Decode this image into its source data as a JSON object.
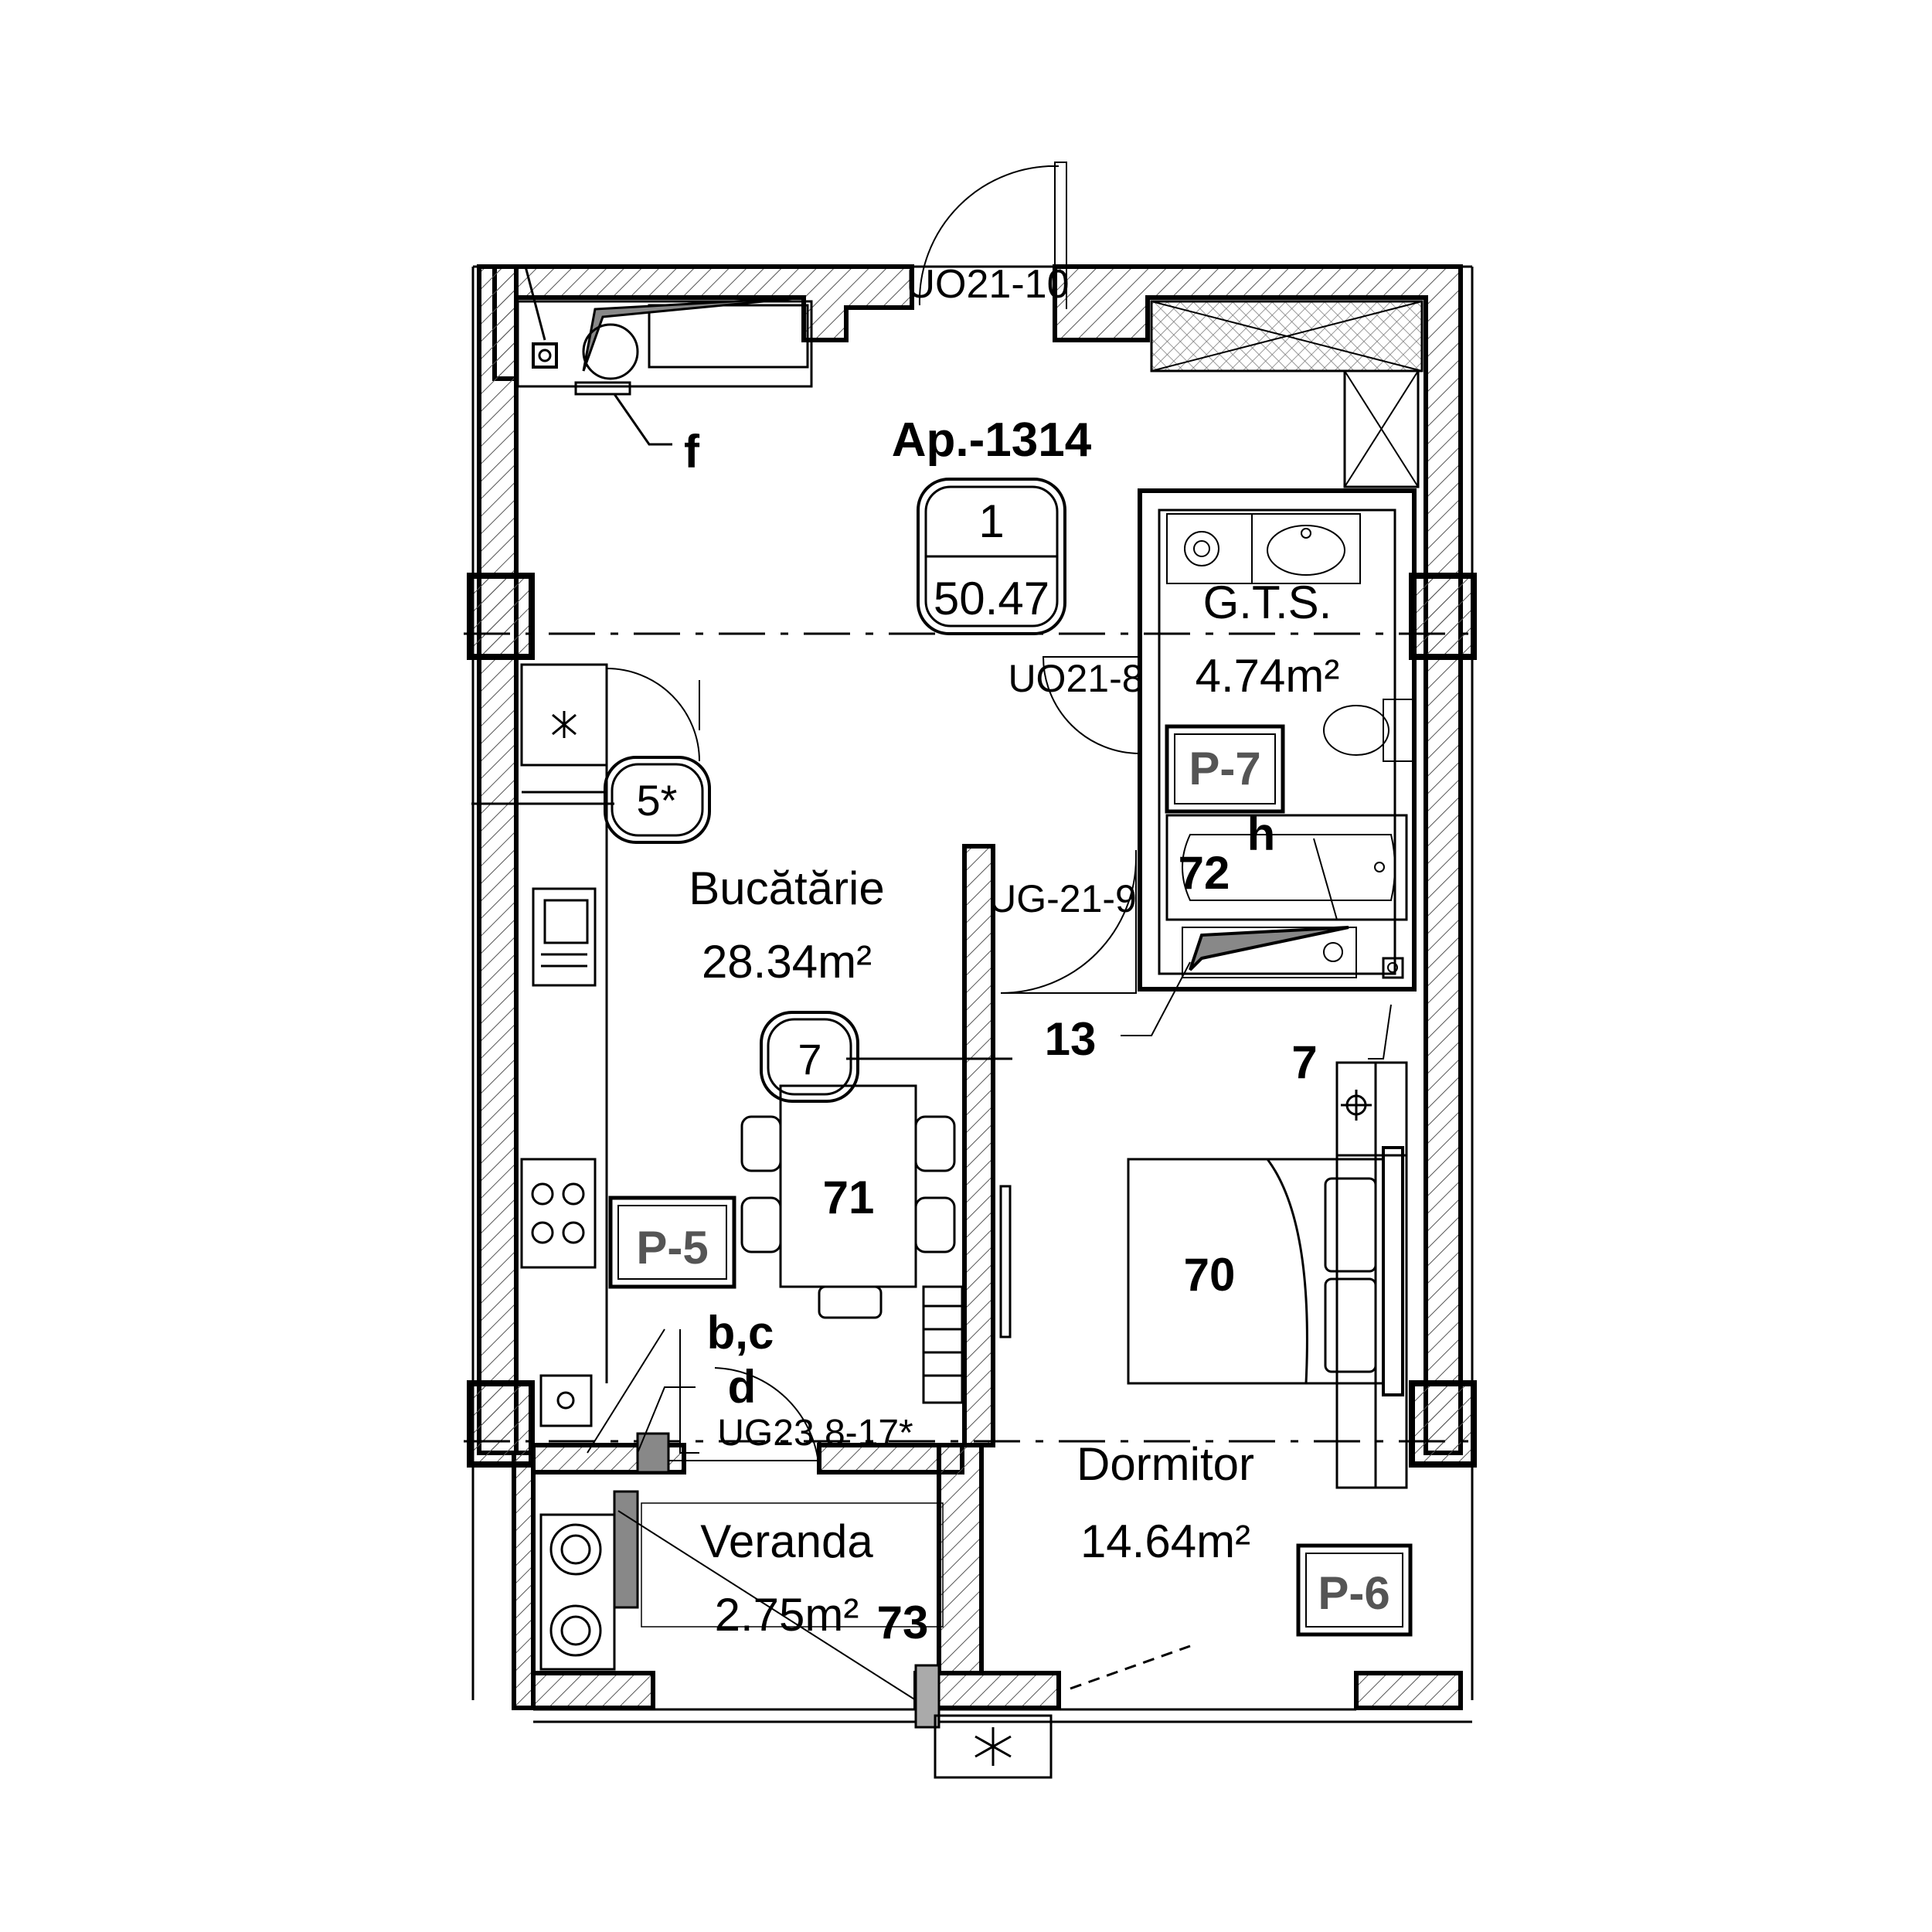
{
  "apartment": {
    "title": "Ap.-1314",
    "badge_number": "1",
    "badge_area": "50.47"
  },
  "rooms": {
    "kitchen": {
      "name": "Bucătărie",
      "area": "28.34m²"
    },
    "bathroom": {
      "name": "G.T.S.",
      "area": "4.74m²"
    },
    "bedroom": {
      "name": "Dormitor",
      "area": "14.64m²"
    },
    "veranda": {
      "name": "Veranda",
      "area": "2.75m²"
    }
  },
  "door_tags": {
    "entry": "UO21-10",
    "bathroom": "UO21-8",
    "bedroom": "UG-21-9",
    "veranda": "UG23.8-17*"
  },
  "panel_tags": {
    "kitchen": "P-5",
    "bedroom": "P-6",
    "bathroom": "P-7"
  },
  "circle_tags": {
    "kitchen_window": "5*",
    "partition": "7"
  },
  "numbers": {
    "table": "71",
    "bed": "70",
    "bath": "72",
    "veranda": "73",
    "wall_13": "13",
    "wall_7": "7"
  },
  "letters": {
    "f": "f",
    "h": "h",
    "bc": "b,c",
    "d": "d"
  },
  "colors": {
    "ink": "#000000",
    "hatch": "#555555",
    "fill_grey": "#888888"
  },
  "icons": [
    "snowflake-icon",
    "fan-icon",
    "sink-icon",
    "hob-icon",
    "toilet-icon",
    "bathtub-icon",
    "washing-machine-icon",
    "boiler-icon"
  ]
}
